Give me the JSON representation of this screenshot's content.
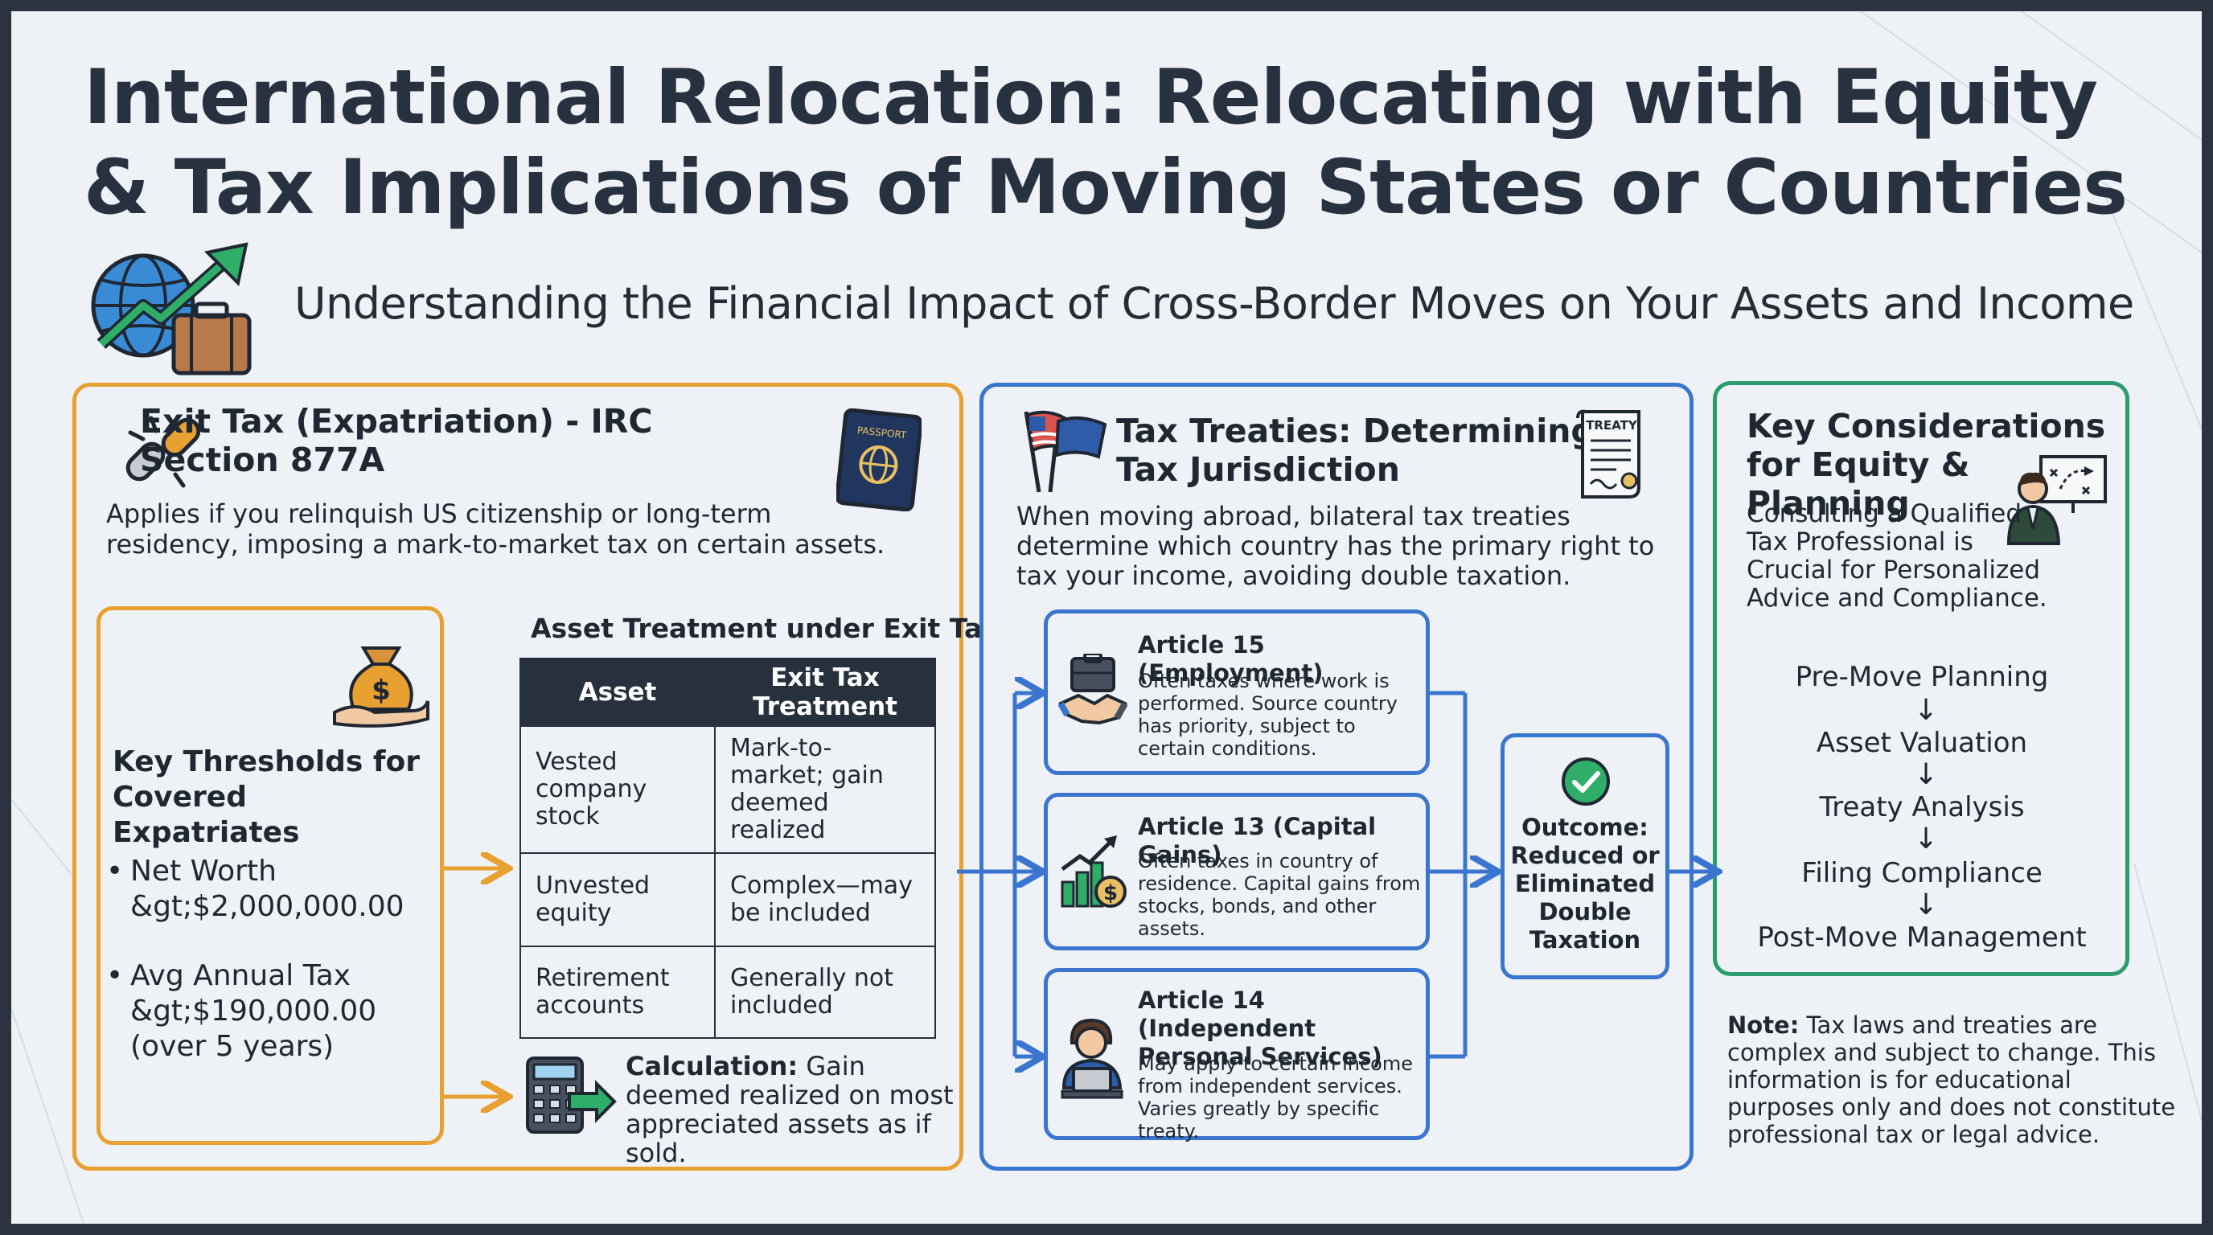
{
  "header": {
    "title": "International Relocation: Relocating with Equity & Tax Implications of Moving States or Countries",
    "subtitle": "Understanding the Financial Impact of Cross-Border Moves on Your Assets and Income"
  },
  "exit_tax": {
    "title": "Exit Tax (Expatriation) - IRC Section 877A",
    "description": "Applies if you relinquish US citizenship or long-term residency, imposing a mark-to-market tax on certain assets.",
    "passport_label": "PASSPORT",
    "thresholds": {
      "title": "Key Thresholds for Covered Expatriates",
      "net_worth": "Net Worth &gt;$2,000,000.00",
      "avg_tax": "Avg Annual Tax &gt;$190,000.00 (over 5 years)"
    },
    "table": {
      "caption": "Asset Treatment under Exit Tax",
      "headers": [
        "Asset",
        "Exit Tax Treatment"
      ],
      "rows": [
        {
          "asset": "Vested company stock",
          "treatment": "Mark-to-market; gain deemed realized"
        },
        {
          "asset": "Unvested equity",
          "treatment": "Complex—may be included"
        },
        {
          "asset": "Retirement accounts",
          "treatment": "Generally not included"
        }
      ]
    },
    "calculation": {
      "label": "Calculation:",
      "text": " Gain deemed realized on most appreciated assets as if sold."
    }
  },
  "treaties": {
    "title": "Tax Treaties: Determining Tax Jurisdiction",
    "description": "When moving abroad, bilateral tax treaties determine which country has the primary right to tax your income, avoiding double taxation.",
    "treaty_label": "TREATY",
    "articles": [
      {
        "title": "Article 15 (Employment)",
        "text": "Often taxes where work is performed. Source country has priority, subject to certain conditions."
      },
      {
        "title": "Article 13 (Capital Gains)",
        "text": "Often taxes in country of residence. Capital gains from stocks, bonds, and other assets."
      },
      {
        "title": "Article 14 (Independent Personal Services)",
        "text": "May apply to certain income from independent services. Varies greatly by specific treaty."
      }
    ],
    "outcome": "Outcome: Reduced or Eliminated Double Taxation"
  },
  "key": {
    "title": "Key Considerations for Equity & Planning",
    "description": "Consulting a Qualified Tax Professional is Crucial for Personalized Advice and Compliance.",
    "steps": [
      "Pre-Move Planning",
      "Asset Valuation",
      "Treaty Analysis",
      "Filing Compliance",
      "Post-Move Management"
    ],
    "arrow": "↓"
  },
  "note": {
    "label": "Note:",
    "text": " Tax laws and treaties are complex and subject to change. This information is for educational purposes only and does not constitute professional tax or legal advice."
  },
  "colors": {
    "orange": "#e8a031",
    "blue": "#3a76cf",
    "green": "#2c9c6c",
    "dark": "#27303d",
    "background": "#eef1f5"
  },
  "icons": [
    "globe-growth-icon",
    "broken-chain-icon",
    "passport-icon",
    "money-bag-icon",
    "calculator-icon",
    "flags-icon",
    "treaty-document-icon",
    "handshake-icon",
    "growth-chart-icon",
    "freelancer-icon",
    "check-icon",
    "consultant-icon"
  ]
}
